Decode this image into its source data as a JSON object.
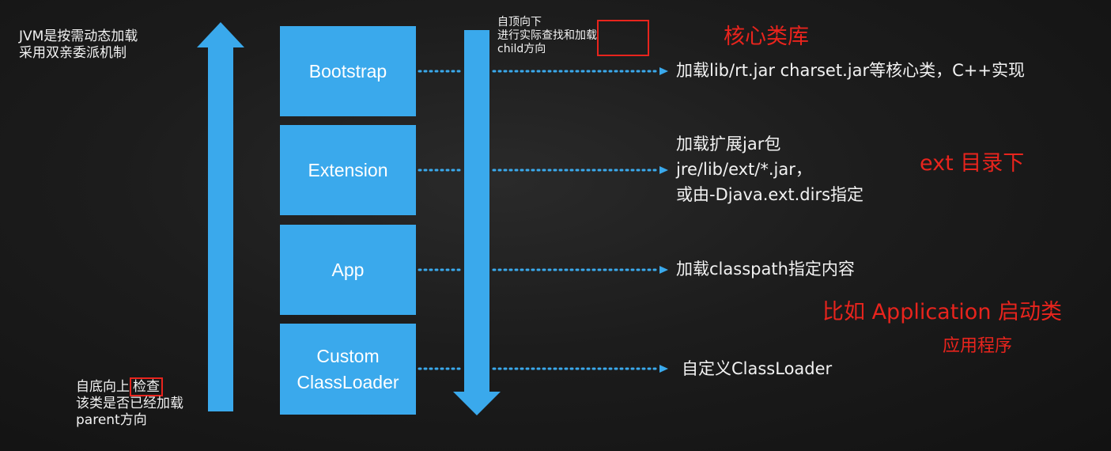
{
  "left_note": {
    "line1": "JVM是按需动态加载",
    "line2": "采用双亲委派机制"
  },
  "bottom_note": {
    "line1_pre": "自底向上",
    "line1_boxed": "检查",
    "line2": "该类是否已经加载",
    "line3": "parent方向"
  },
  "top_note": {
    "line1": "自顶向下",
    "line2_pre": "进行实际查找和",
    "line2_boxed": "加载",
    "line3": "child方向"
  },
  "loaders": [
    {
      "label": "Bootstrap"
    },
    {
      "label": "Extension"
    },
    {
      "label": "App"
    },
    {
      "label_line1": "Custom",
      "label_line2": "ClassLoader"
    }
  ],
  "descriptions": {
    "bootstrap": "加载lib/rt.jar charset.jar等核心类，C++实现",
    "extension_line1": "加载扩展jar包",
    "extension_line2": "jre/lib/ext/*.jar，",
    "extension_line3": "或由-Djava.ext.dirs指定",
    "app": "加载classpath指定内容",
    "custom": "自定义ClassLoader"
  },
  "annotations": {
    "core": "核心类库",
    "ext": "ext 目录下",
    "app_example": "比如 Application 启动类",
    "app_program": "应用程序"
  },
  "colors": {
    "box": "#3aa9ec",
    "arrow": "#3aa9ec",
    "annotation": "#e8241d",
    "background": "#1c1c1c"
  }
}
